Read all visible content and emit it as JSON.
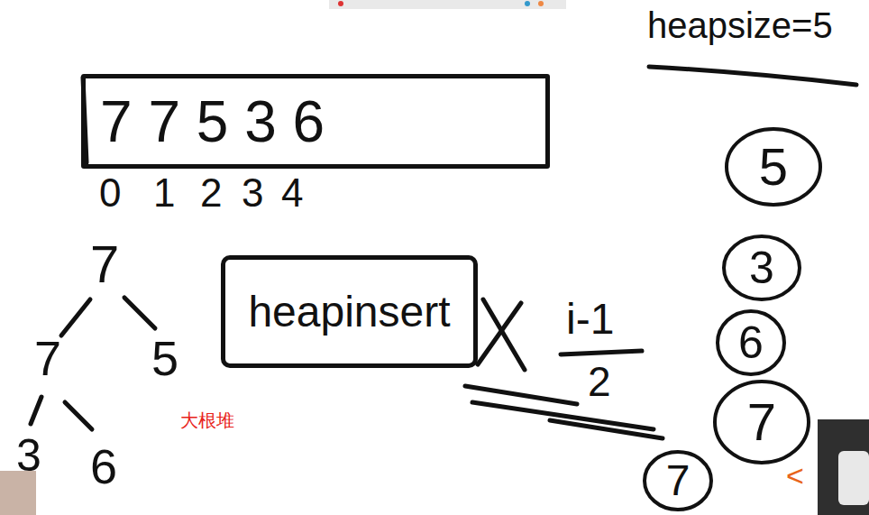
{
  "diagram": {
    "nodes": [
      {
        "text": [
          "7 7 5 3 6"
        ]
      },
      {
        "text": [
          "heapinsert"
        ]
      },
      {
        "text": [
          "5"
        ]
      },
      {
        "text": [
          "3"
        ]
      },
      {
        "text": [
          "6"
        ]
      },
      {
        "text": [
          "7"
        ]
      },
      {
        "text": [
          "7"
        ]
      }
    ],
    "labels": [
      "heapsize=5",
      "0",
      "1",
      "2",
      "3",
      "4",
      "7",
      "7",
      "5",
      "i-1",
      "2",
      "3",
      "大根堆",
      "6",
      "<"
    ]
  }
}
